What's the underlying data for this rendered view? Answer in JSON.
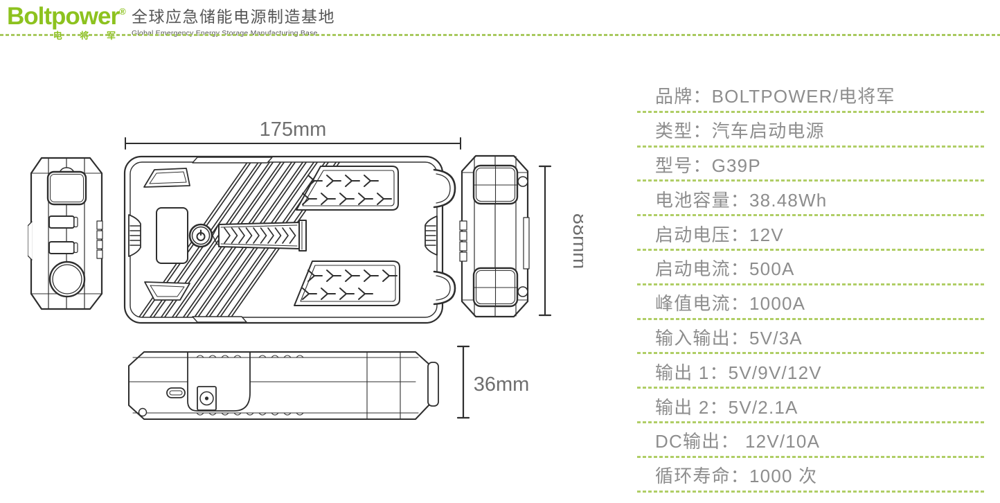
{
  "header": {
    "logo": {
      "brand": "Boltpower",
      "registered": "®",
      "sub_brand": "电 将 军"
    },
    "tagline_cn": "全球应急储能电源制造基地",
    "tagline_en": "Global Emergency Energy Storage Manufacturing Base"
  },
  "diagram": {
    "dim_width": "175mm",
    "dim_height": "88mm",
    "dim_thickness": "36mm"
  },
  "specs": {
    "rows": [
      {
        "text": "品牌：BOLTPOWER/电将军"
      },
      {
        "text": "类型：汽车启动电源"
      },
      {
        "text": "型号：G39P"
      },
      {
        "text": "电池容量：38.48Wh"
      },
      {
        "text": "启动电压：12V"
      },
      {
        "text": "启动电流：500A"
      },
      {
        "text": "峰值电流：1000A"
      },
      {
        "text": "输入输出：5V/3A"
      },
      {
        "text": "输出 1：5V/9V/12V"
      },
      {
        "text": "输出 2：5V/2.1A"
      },
      {
        "text": "DC输出： 12V/10A"
      },
      {
        "text": "循环寿命：1000 次"
      }
    ]
  },
  "colors": {
    "brand_green": "#8dc21f",
    "dash_green": "#b0ce66",
    "spec_text_gray": "#8d8d8d",
    "tagline_gray": "#565656",
    "dimension_gray": "#6e6e6e",
    "line_dark": "#2e2e2e"
  }
}
